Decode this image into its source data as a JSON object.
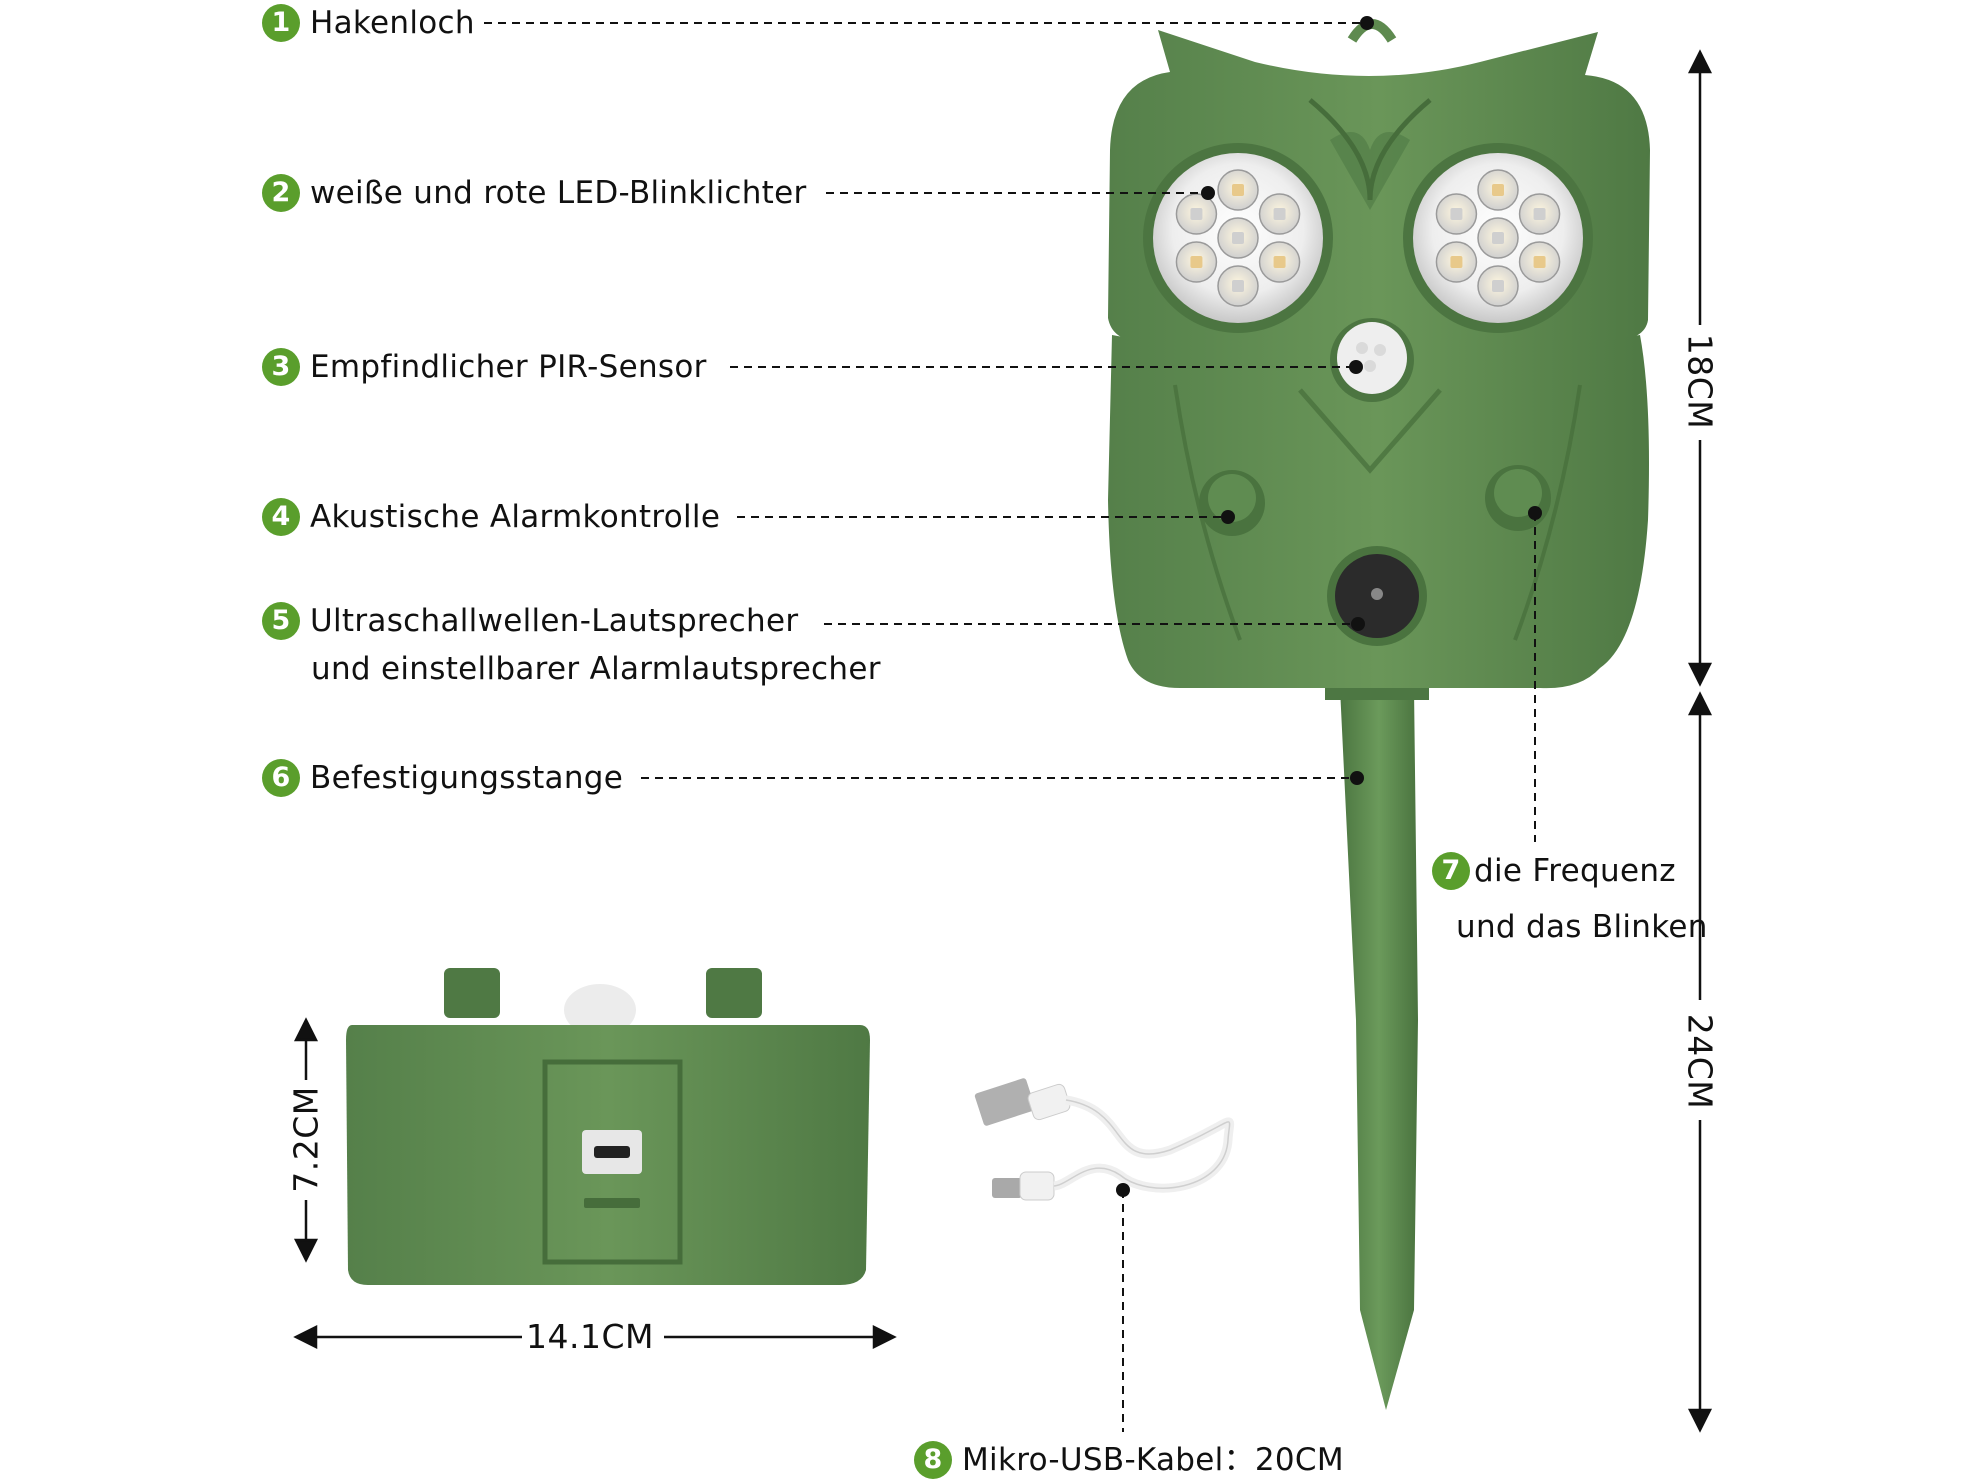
{
  "callouts": [
    {
      "num": "1",
      "text": "Hakenloch"
    },
    {
      "num": "2",
      "text": "weiße und rote LED-Blinklichter"
    },
    {
      "num": "3",
      "text": "Empfindlicher PIR-Sensor"
    },
    {
      "num": "4",
      "text": "Akustische Alarmkontrolle"
    },
    {
      "num": "5",
      "text": "Ultraschallwellen-Lautsprecher",
      "line2": "und einstellbarer Alarmlautsprecher"
    },
    {
      "num": "6",
      "text": "Befestigungsstange"
    },
    {
      "num": "7",
      "text": "die Frequenz",
      "line2": "und das Blinken"
    },
    {
      "num": "8",
      "text": "Mikro-USB-Kabel：20CM"
    }
  ],
  "dimensions": {
    "head_height": "18CM",
    "stake_length": "24CM",
    "box_height": "7.2CM",
    "box_width": "14.1CM"
  },
  "colors": {
    "device_green": "#5e8a4f",
    "badge_green": "#5a9e2c"
  }
}
